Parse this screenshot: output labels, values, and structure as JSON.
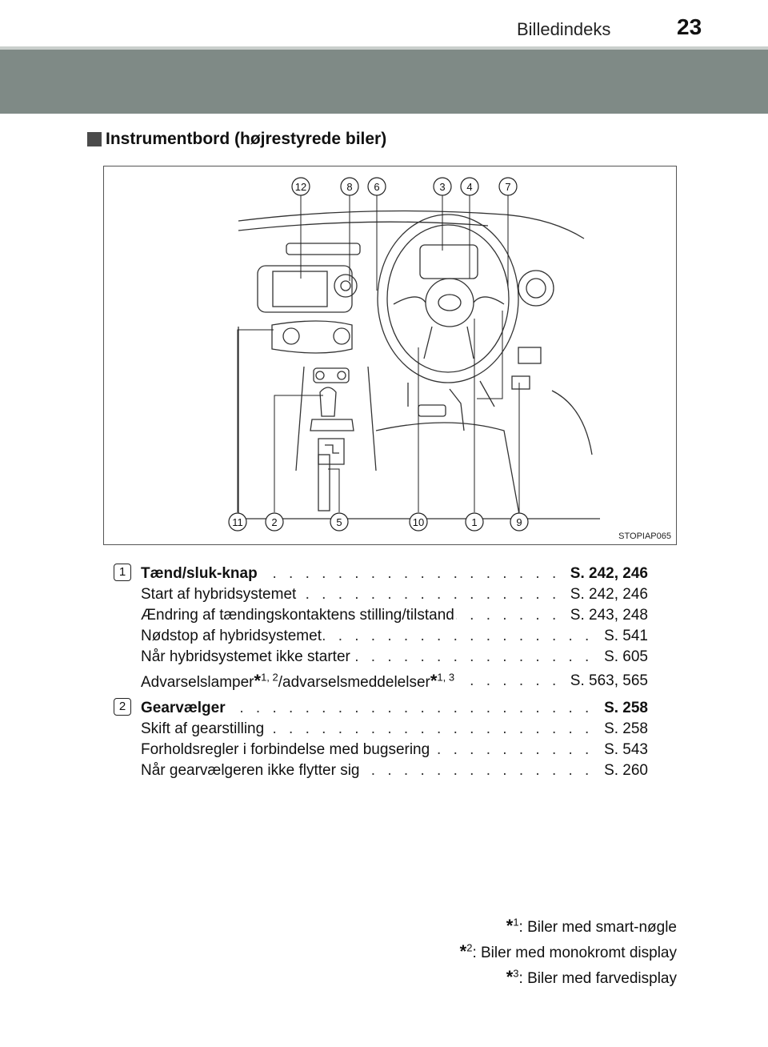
{
  "header": {
    "title": "Billedindeks",
    "page_number": "23"
  },
  "section": {
    "title": "Instrumentbord (højrestyrede biler)"
  },
  "figure": {
    "code": "STOPIAP065",
    "callouts_top": [
      "12",
      "8",
      "6",
      "3",
      "4",
      "7"
    ],
    "callouts_bottom": [
      "11",
      "2",
      "5",
      "10",
      "1",
      "9"
    ]
  },
  "items": [
    {
      "number": "1",
      "entries": [
        {
          "label": "Tænd/sluk-knap",
          "page": "S. 242, 246",
          "bold": true
        },
        {
          "label": "Start af hybridsystemet",
          "page": "S. 242, 246"
        },
        {
          "label": "Ændring af tændingskontaktens stilling/tilstand",
          "page": "S. 243, 248"
        },
        {
          "label": "Nødstop af hybridsystemet",
          "page": "S. 541"
        },
        {
          "label": "Når hybridsystemet ikke starter",
          "page": "S. 605"
        },
        {
          "label_part1": "Advarselslamper",
          "sup1": "1, 2",
          "label_part2": "/advarselsmeddelelser",
          "sup2": "1, 3",
          "page": "S. 563, 565"
        }
      ]
    },
    {
      "number": "2",
      "entries": [
        {
          "label": "Gearvælger",
          "page": "S. 258",
          "bold": true
        },
        {
          "label": "Skift af gearstilling",
          "page": "S. 258"
        },
        {
          "label": "Forholdsregler i forbindelse med bugsering",
          "page": "S. 543"
        },
        {
          "label": "Når gearvælgeren ikke flytter sig",
          "page": "S. 260"
        }
      ]
    }
  ],
  "footnotes": [
    {
      "mark": "1",
      "text": ": Biler med smart-nøgle"
    },
    {
      "mark": "2",
      "text": ": Biler med monokromt display"
    },
    {
      "mark": "3",
      "text": ": Biler med farvedisplay"
    }
  ],
  "star": "*",
  "dots": ". . . . . . . . . . . . . . . . . . . . . . . . . . . . . . . . . . . . . . . . . . . . . . . . . . . . . . . . . . . . . . . . . . . . . . . ."
}
